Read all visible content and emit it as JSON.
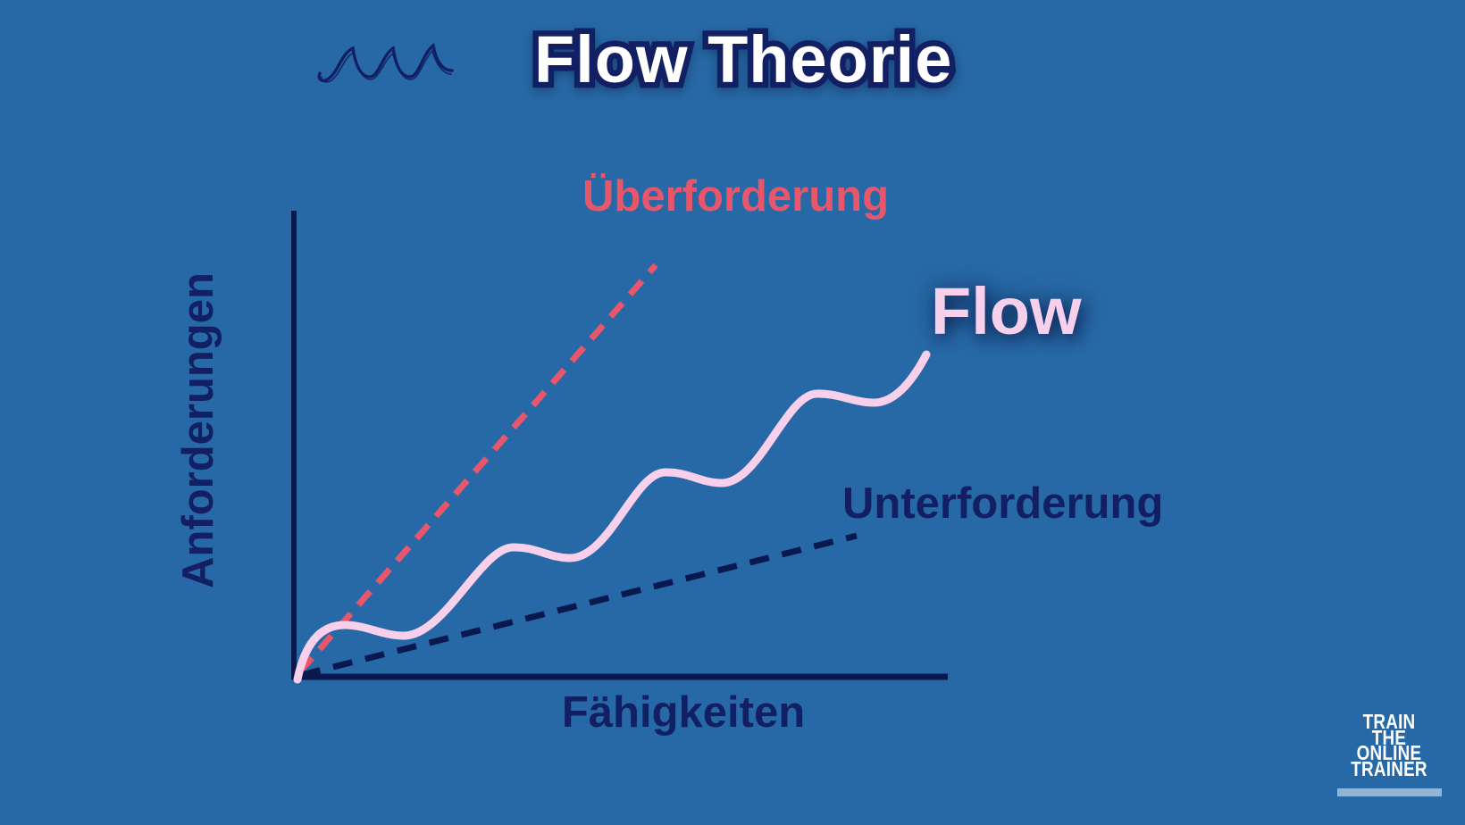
{
  "theme": {
    "bg": "#2769a6",
    "navy": "#122063",
    "navy_dark": "#0a1850",
    "coral": "#e8566b",
    "pink": "#f9d0ec",
    "white": "#ffffff"
  },
  "header": {
    "title": "Flow Theorie",
    "icon": "wave-squiggle-icon"
  },
  "chart": {
    "y_axis_label": "Anforderungen",
    "x_axis_label": "Fähigkeiten",
    "line_labels": {
      "overload": "Überforderung",
      "flow": "Flow",
      "underload": "Unterforderung"
    }
  },
  "chart_data": {
    "type": "line",
    "title": "Flow Theorie",
    "xlabel": "Fähigkeiten",
    "ylabel": "Anforderungen",
    "axes_numeric": false,
    "grid": false,
    "legend": "inline-labels",
    "series": [
      {
        "name": "Überforderung",
        "style": "dashed",
        "color": "#e8566b",
        "points_rel": [
          [
            0,
            0
          ],
          [
            0.55,
            0.88
          ]
        ]
      },
      {
        "name": "Flow",
        "style": "solid-wavy",
        "color": "#f9d0ec",
        "points_rel": [
          [
            0,
            0
          ],
          [
            0.08,
            0.115
          ],
          [
            0.17,
            0.09
          ],
          [
            0.33,
            0.28
          ],
          [
            0.42,
            0.26
          ],
          [
            0.57,
            0.44
          ],
          [
            0.66,
            0.42
          ],
          [
            0.8,
            0.61
          ],
          [
            0.89,
            0.59
          ],
          [
            0.97,
            0.69
          ]
        ]
      },
      {
        "name": "Unterforderung",
        "style": "dashed",
        "color": "#0c1a5a",
        "points_rel": [
          [
            0,
            0
          ],
          [
            0.86,
            0.31
          ]
        ]
      }
    ]
  },
  "logo": {
    "lines": [
      "TRAIN",
      "THE",
      "ONLINE",
      "TRAINER"
    ]
  }
}
